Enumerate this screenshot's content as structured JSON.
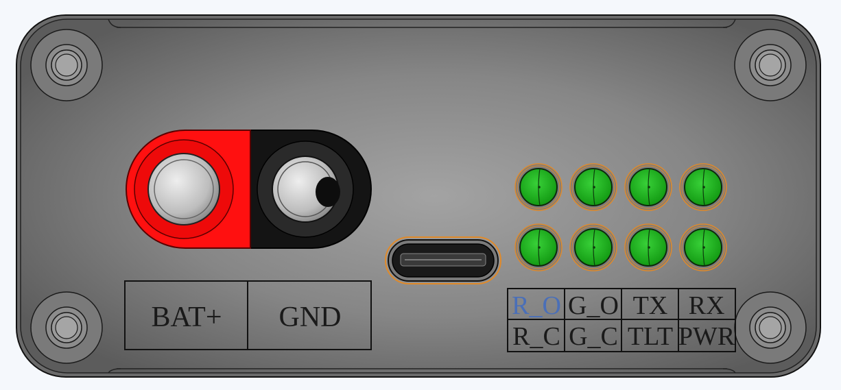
{
  "terminal_labels": {
    "bat_plus": "BAT+",
    "gnd": "GND"
  },
  "led_table": {
    "row1": [
      "R_O",
      "G_O",
      "TX",
      "RX"
    ],
    "row2": [
      "R_C",
      "G_C",
      "TLT",
      "PWR"
    ]
  },
  "colors": {
    "panel_center": "#9a9a9a",
    "panel_edge": "#5e5e5e",
    "red_terminal": "#ff1010",
    "black_terminal": "#141414",
    "led_green": "#1fb81f",
    "led_ring": "#e08a2a",
    "highlight_label": "#4a6fb8"
  },
  "icons": {
    "mounting_hole": "screw-hole-icon",
    "usb_port": "usb-c-port-icon",
    "led": "led-indicator-icon"
  }
}
